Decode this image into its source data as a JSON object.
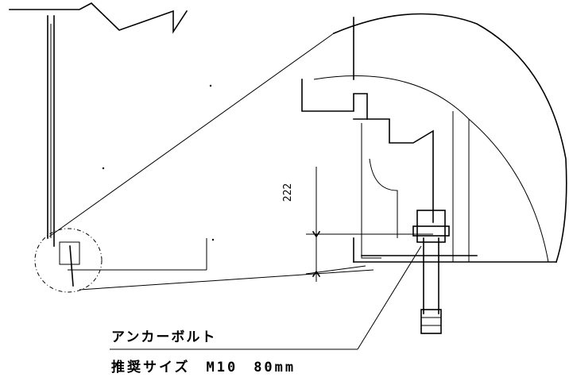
{
  "callout": {
    "line1": "アンカーボルト",
    "line2": "推奨サイズ　M10　80mm"
  },
  "dimension": {
    "value": "222"
  }
}
